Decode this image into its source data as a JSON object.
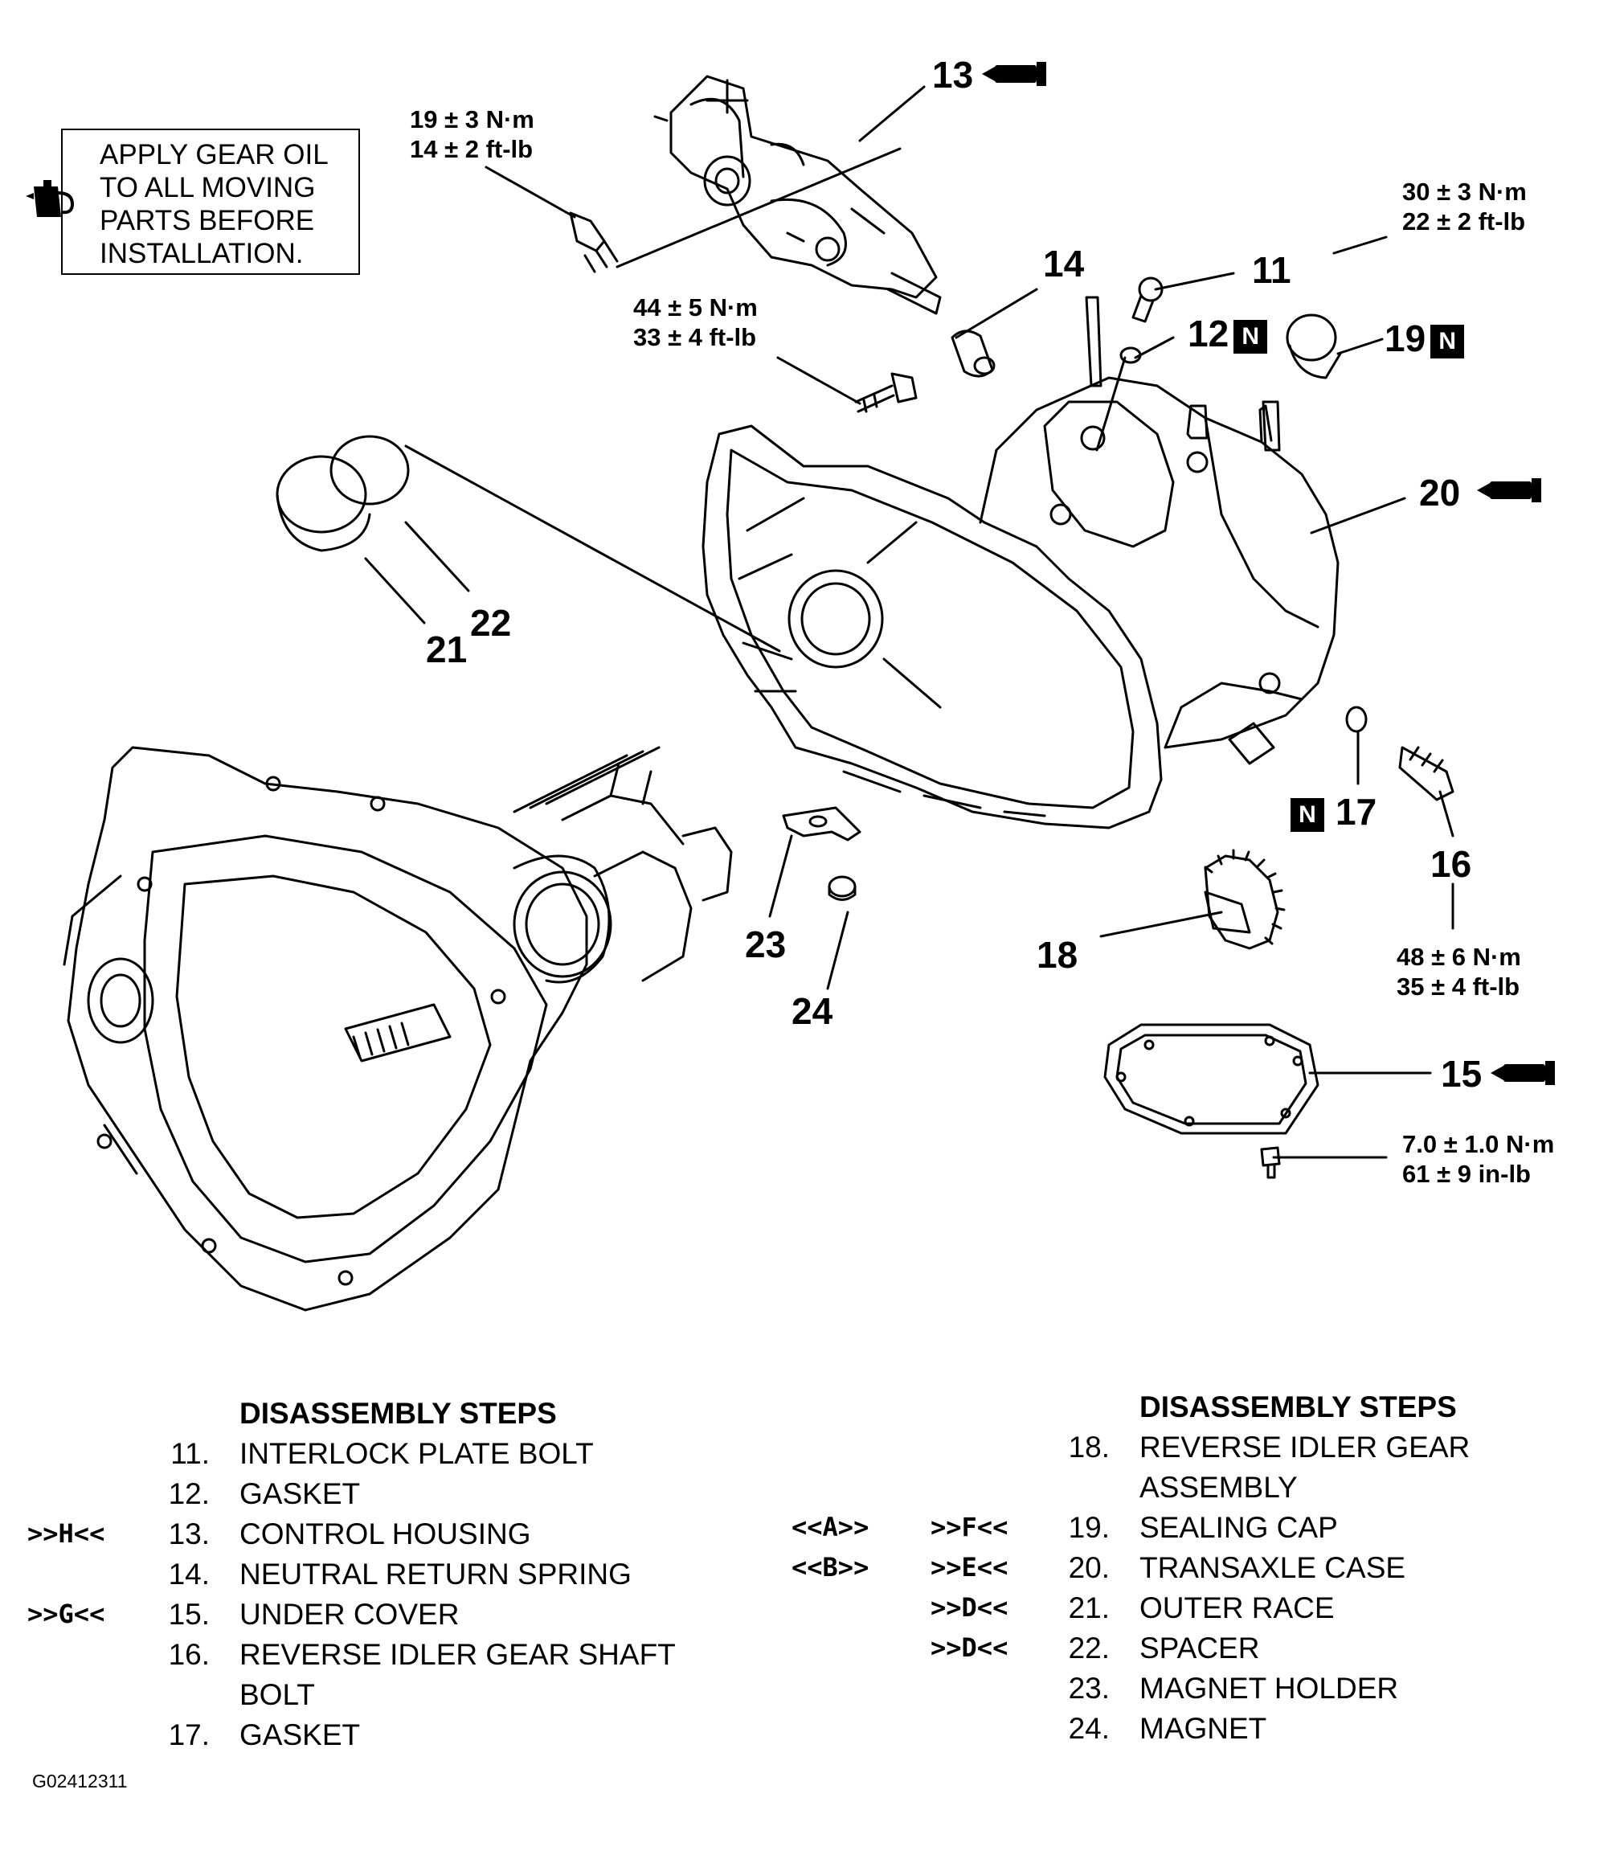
{
  "note": {
    "lines": [
      "APPLY GEAR OIL",
      "TO ALL MOVING",
      "PARTS BEFORE",
      "INSTALLATION."
    ],
    "icon": "oil-can-icon"
  },
  "callouts": {
    "c11": "11",
    "c12": "12",
    "c13": "13",
    "c14": "14",
    "c15": "15",
    "c16": "16",
    "c17": "17",
    "c18": "18",
    "c19": "19",
    "c20": "20",
    "c21": "21",
    "c22": "22",
    "c23": "23",
    "c24": "24",
    "n_mark": "N"
  },
  "torques": {
    "t13_nm": "19 ± 3 N·m",
    "t13_ft": "14 ± 2 ft-lb",
    "t14_nm": "44 ± 5 N·m",
    "t14_ft": "33 ± 4 ft-lb",
    "t11_nm": "30 ± 3 N·m",
    "t11_ft": "22 ± 2 ft-lb",
    "t16_nm": "48 ± 6 N·m",
    "t16_ft": "35 ± 4 ft-lb",
    "t15_nm": "7.0 ± 1.0 N·m",
    "t15_ft": "61 ± 9 in-lb"
  },
  "sealant_icon": "sealant-tube-icon",
  "steps_left": {
    "title": "DISASSEMBLY STEPS",
    "items": [
      {
        "num": "11.",
        "text": "INTERLOCK PLATE BOLT",
        "tag": ""
      },
      {
        "num": "12.",
        "text": "GASKET",
        "tag": ""
      },
      {
        "num": "13.",
        "text": "CONTROL HOUSING",
        "tag": ">>H<<"
      },
      {
        "num": "14.",
        "text": "NEUTRAL RETURN SPRING",
        "tag": ""
      },
      {
        "num": "15.",
        "text": "UNDER COVER",
        "tag": ">>G<<"
      },
      {
        "num": "16.",
        "text": "REVERSE IDLER GEAR SHAFT",
        "text2": "BOLT",
        "tag": ""
      },
      {
        "num": "17.",
        "text": "GASKET",
        "tag": ""
      }
    ]
  },
  "steps_right": {
    "title": "DISASSEMBLY STEPS",
    "items": [
      {
        "num": "18.",
        "text": "REVERSE IDLER GEAR",
        "text2": "ASSEMBLY",
        "tag_a": "",
        "tag_b": ""
      },
      {
        "num": "19.",
        "text": "SEALING CAP",
        "tag_a": "<<A>>",
        "tag_b": ">>F<<"
      },
      {
        "num": "20.",
        "text": "TRANSAXLE CASE",
        "tag_a": "<<B>>",
        "tag_b": ">>E<<"
      },
      {
        "num": "21.",
        "text": "OUTER RACE",
        "tag_a": "",
        "tag_b": ">>D<<"
      },
      {
        "num": "22.",
        "text": "SPACER",
        "tag_a": "",
        "tag_b": ">>D<<"
      },
      {
        "num": "23.",
        "text": "MAGNET HOLDER",
        "tag_a": "",
        "tag_b": ""
      },
      {
        "num": "24.",
        "text": "MAGNET",
        "tag_a": "",
        "tag_b": ""
      }
    ]
  },
  "figure_id": "G02412311"
}
